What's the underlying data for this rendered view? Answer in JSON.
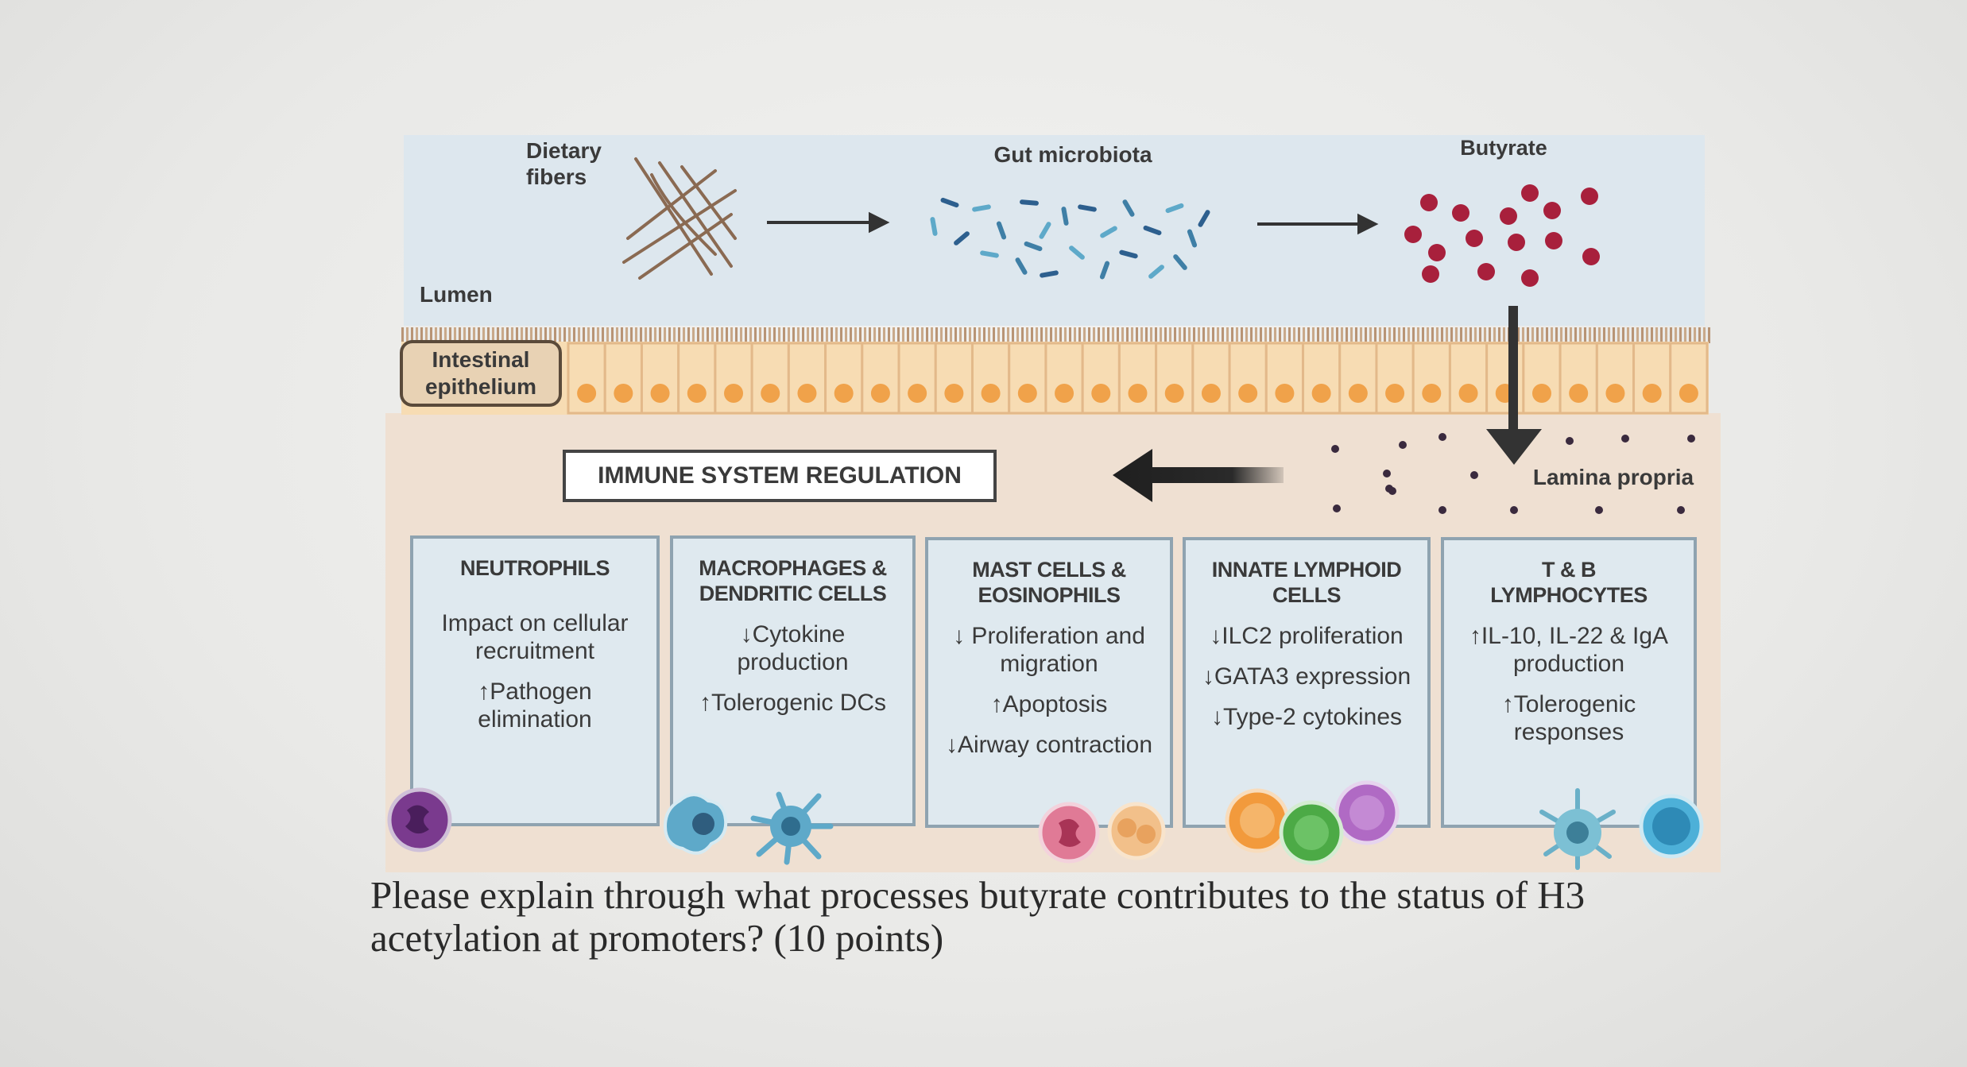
{
  "top": {
    "dietary_fibers": [
      "Dietary",
      "fibers"
    ],
    "gut_microbiota": "Gut microbiota",
    "butyrate": "Butyrate",
    "lumen": "Lumen",
    "intestinal_epithelium": [
      "Intestinal",
      "epithelium"
    ],
    "lamina_propria": "Lamina propria"
  },
  "immune_regulation": "IMMUNE SYSTEM REGULATION",
  "cells": [
    {
      "title": [
        "NEUTROPHILS"
      ],
      "lines": [
        "Impact on cellular",
        "recruitment",
        "",
        "↑Pathogen",
        "elimination"
      ]
    },
    {
      "title": [
        "MACROPHAGES &",
        "DENDRITIC CELLS"
      ],
      "lines": [
        "↓Cytokine",
        "production",
        "",
        "↑Tolerogenic DCs"
      ]
    },
    {
      "title": [
        "MAST CELLS &",
        "EOSINOPHILS"
      ],
      "lines": [
        "↓ Proliferation and",
        "migration",
        "",
        "↑Apoptosis",
        "",
        "↓Airway contraction"
      ]
    },
    {
      "title": [
        "INNATE LYMPHOID",
        "CELLS"
      ],
      "lines": [
        "↓ILC2 proliferation",
        "",
        "↓GATA3 expression",
        "",
        "↓Type-2 cytokines"
      ]
    },
    {
      "title": [
        "T & B",
        "LYMPHOCYTES"
      ],
      "lines": [
        "↑IL-10, IL-22 & IgA",
        "production",
        "",
        "↑Tolerogenic",
        "responses"
      ]
    }
  ],
  "question": {
    "line1": "Please explain through what processes butyrate contributes to the status of H3",
    "line2": "acetylation at promoters? (10 points)"
  },
  "colors": {
    "lumen_bg": "#dde7ee",
    "lamina_bg": "#efe0d2",
    "epithelium": "#f7dcb3",
    "nucleus": "#f0a24a",
    "butyrate_dot": "#a8203c",
    "cell_box": "#dfe9ef",
    "box_border": "#8fa3b0"
  }
}
